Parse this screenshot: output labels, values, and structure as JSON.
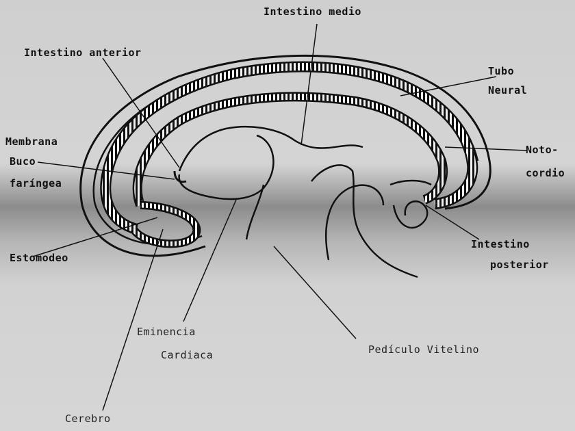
{
  "labels": {
    "intestino_medio": "Intestino medio",
    "intestino_anterior": "Intestino anterior",
    "tubo": "Tubo",
    "neural": "Neural",
    "membrana": "Membrana",
    "buco": "Buco",
    "faringea": "faríngea",
    "noto": "Noto-",
    "cordio": "cordio",
    "estomodeo": "Estomodeo",
    "intestino_posterior_1": "Intestino",
    "intestino_posterior_2": "posterior",
    "eminencia": "Eminencia",
    "cardiaca": "Cardiaca",
    "pediculo": "Pedículo Vitelino",
    "cerebro": "Cerebro"
  },
  "colors": {
    "ink": "#111111",
    "background": "#cfcfcf"
  }
}
